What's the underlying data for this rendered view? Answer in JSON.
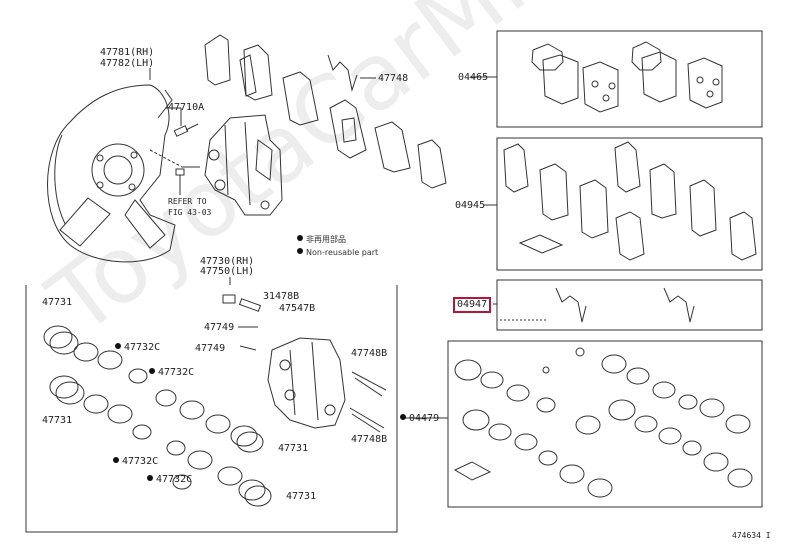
{
  "watermark": "ToyotaCarMine.ru",
  "figure_id": "474634 I",
  "legend": {
    "line1": "非再用部品",
    "line2": "Non-reusable part"
  },
  "labels": {
    "p47781": "47781(RH)",
    "p47782": "47782(LH)",
    "p47710A": "47710A",
    "refer1": "REFER TO",
    "refer2": "FIG 43-03",
    "p47748_top": "47748",
    "p04465": "04465",
    "p04945": "04945",
    "p04947": "04947",
    "p47730": "47730(RH)",
    "p47750": "47750(LH)",
    "p31478B": "31478B",
    "p47547B": "47547B",
    "p47749a": "47749",
    "p47749b": "47749",
    "p47748B_a": "47748B",
    "p47748B_b": "47748B",
    "p04479": "04479",
    "p47731_a": "47731",
    "p47731_b": "47731",
    "p47731_c": "47731",
    "p47731_d": "47731",
    "p47732C_a": "47732C",
    "p47732C_b": "47732C",
    "p47732C_c": "47732C",
    "p47732C_d": "47732C"
  },
  "colors": {
    "highlight": "#b0173a",
    "line": "#333333"
  }
}
